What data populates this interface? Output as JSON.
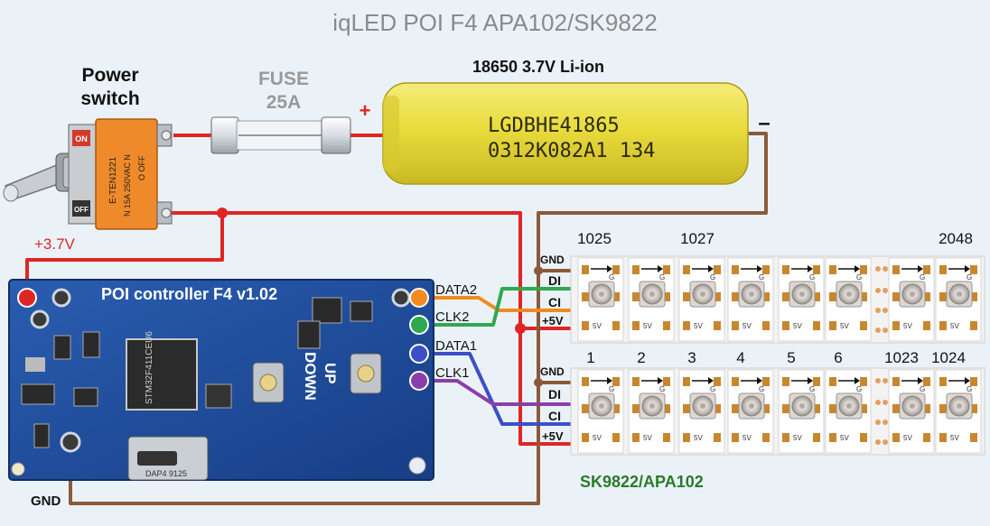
{
  "title": "iqLED POI F4  APA102/SK9822",
  "power_switch": {
    "label_line1": "Power",
    "label_line2": "switch",
    "on_marking": "ON",
    "off_marking": "OFF",
    "body_text": "E-TEN1221",
    "rating_text": "N 15A 250VAC N",
    "side_marks": "O  OFF"
  },
  "fuse": {
    "label_line1": "FUSE",
    "label_line2": "25A"
  },
  "battery": {
    "label": "18650 3.7V Li-ion",
    "print_line1": "LGDBHE41865",
    "print_line2": "0312K082A1  134",
    "plus_sign": "+",
    "minus_sign": "–"
  },
  "controller": {
    "board_title": "POI controller F4  v1.02",
    "mcu_text": "STM32F411CEU6",
    "button_up": "UP",
    "button_down": "DOWN",
    "usb_chip": "DAP4 9125"
  },
  "wire_labels": {
    "v37": "+3.7V",
    "gnd": "GND",
    "data2": "DATA2",
    "clk2": "CLK2",
    "data1": "DATA1",
    "clk1": "CLK1"
  },
  "strip_pins": {
    "gnd": "GND",
    "di": "DI",
    "ci": "CI",
    "vcc": "+5V"
  },
  "led_pad_labels": {
    "gnd_mark": "G",
    "vcc_mark": "5V"
  },
  "top_strip_numbers": [
    "1025",
    "1027",
    "2048"
  ],
  "bottom_strip_numbers": [
    "1",
    "2",
    "3",
    "4",
    "5",
    "6",
    "1023",
    "1024"
  ],
  "strip_type_label": "SK9822/APA102",
  "colors": {
    "background": "#ebf2f7",
    "wire_red": "#e02525",
    "wire_brown": "#8a5a3a",
    "wire_orange": "#f28a20",
    "wire_green": "#2fa84f",
    "wire_blue": "#3b4fc8",
    "wire_purple": "#8a3fa8",
    "pcb_blue": "#1f4fa0",
    "battery_yellow": "#ece04a",
    "strip_label_green": "#2a7a2a"
  }
}
